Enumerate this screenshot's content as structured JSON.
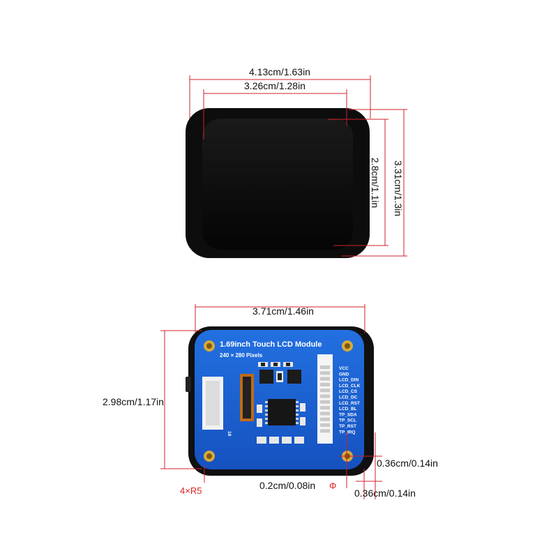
{
  "screen_view": {
    "outer_width_label": "4.13cm/1.63in",
    "inner_width_label": "3.26cm/1.28in",
    "inner_height_label": "2.8cm/1.1in",
    "outer_height_label": "3.31cm/1.3in"
  },
  "board_view": {
    "board_width_label": "3.71cm/1.46in",
    "board_height_label": "2.98cm/1.17in",
    "hole_offset_x_label": "0.36cm/0.14in",
    "hole_offset_y_label": "0.36cm/0.14in",
    "hole_diameter_label": "0.2cm/0.08in",
    "diameter_symbol": "Φ",
    "corner_radius_label": "4×R5",
    "module_title": "1.69inch Touch LCD Module",
    "resolution": "240 × 280 Pixels",
    "connector_pin_label": "18",
    "pins": [
      "VCC",
      "GND",
      "LCD_DIN",
      "LCD_CLK",
      "LCD_CS",
      "LCD_DC",
      "LCD_RST",
      "LCD_BL",
      "TP_SDA",
      "TP_SCL",
      "TP_RST",
      "TP_IRQ"
    ]
  },
  "colors": {
    "dimension_line": "#d2202a",
    "pcb_blue": "#1c5fd0",
    "screen_black": "#0b0b0b",
    "gold": "#d9a93a"
  }
}
